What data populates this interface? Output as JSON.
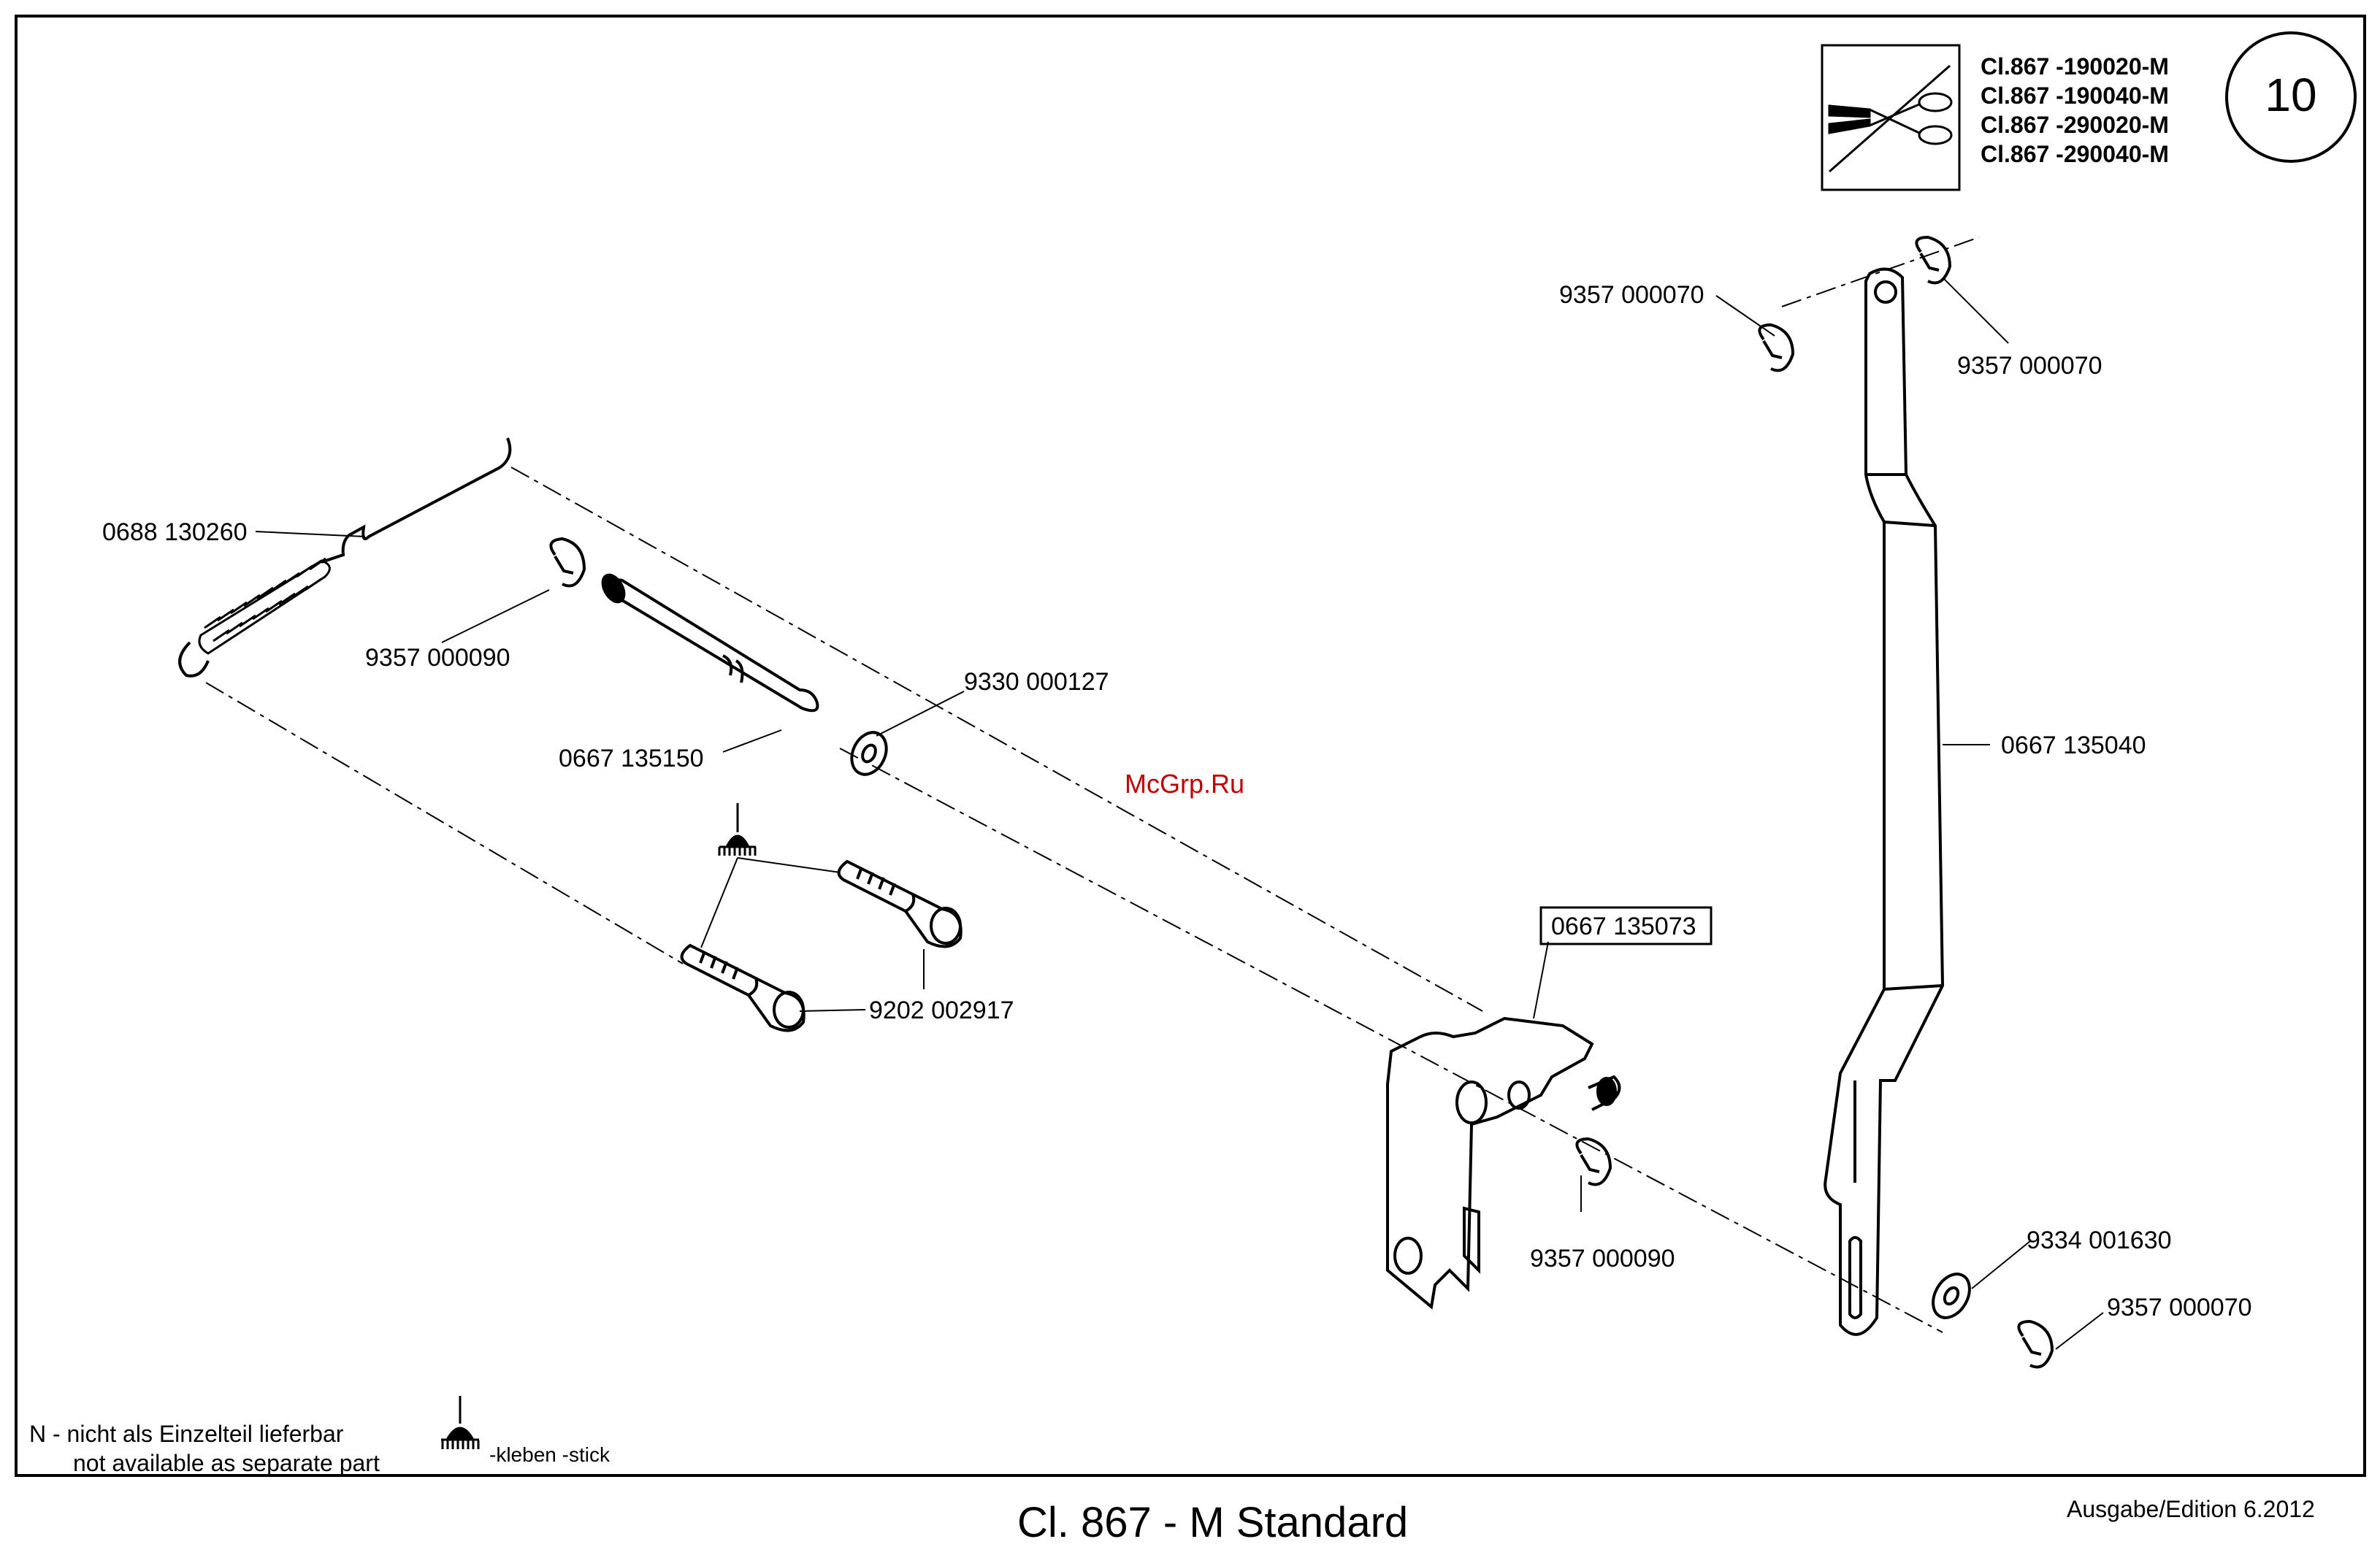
{
  "page_number": "10",
  "model_codes": [
    "Cl.867 -190020-M",
    "Cl.867 -190040-M",
    "Cl.867 -290020-M",
    "Cl.867 -290040-M"
  ],
  "watermark": "McGrp.Ru",
  "parts": {
    "spring": "0688 130260",
    "clip_left": "9357 000090",
    "pin": "0667 135150",
    "washer_left": "9330 000127",
    "screws": "9202 002917",
    "bracket": "0667 135073",
    "clip_bracket": "9357 000090",
    "lever": "0667 135040",
    "clip_top_left": "9357 000070",
    "clip_top_right": "9357 000070",
    "washer_right": "9334 001630",
    "clip_bottom_right": "9357 000070"
  },
  "legend": {
    "n_line1": "N - nicht als Einzelteil lieferbar",
    "n_line2": "not available as separate part",
    "glue": "-kleben -stick"
  },
  "footer": {
    "title": "Cl. 867 - M Standard",
    "edition": "Ausgabe/Edition  6.2012"
  }
}
